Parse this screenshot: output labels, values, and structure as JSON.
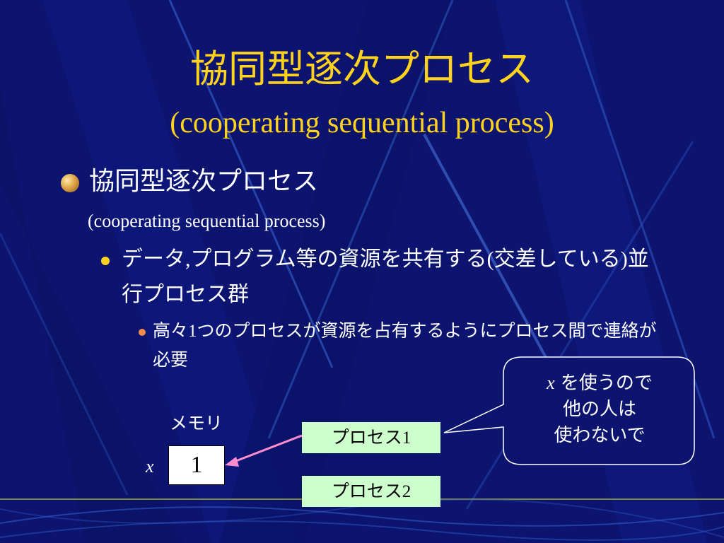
{
  "slide": {
    "title_jp": "協同型逐次プロセス",
    "title_en": "(cooperating sequential process)"
  },
  "bullets": {
    "level1": {
      "text": "協同型逐次プロセス",
      "sub": "(cooperating sequential process)"
    },
    "level2": {
      "part1": "データ",
      "part2": ",",
      "part3": "プログラム等の資源を共有する",
      "part4": "(",
      "part5": "交差している",
      "part6": ")",
      "part7": "並行プロセス群"
    },
    "level3": {
      "part1": "高々",
      "part2": "1",
      "part3": "つのプロセスが資源を占有するようにプロセス間で連絡が必要"
    }
  },
  "diagram": {
    "memory_label": "メモリ",
    "variable": "x",
    "memory_value": "1",
    "process1": {
      "label": "プロセス",
      "num": "1"
    },
    "process2": {
      "label": "プロセス",
      "num": "2"
    },
    "bubble": {
      "var": "x",
      "line1": " を使うので",
      "line2": "他の人は",
      "line3": "使わないで"
    }
  },
  "colors": {
    "background": "#0c1470",
    "title": "#ffd21e",
    "process_box": "#ccffcc",
    "arrow": "#ff8ccf"
  }
}
